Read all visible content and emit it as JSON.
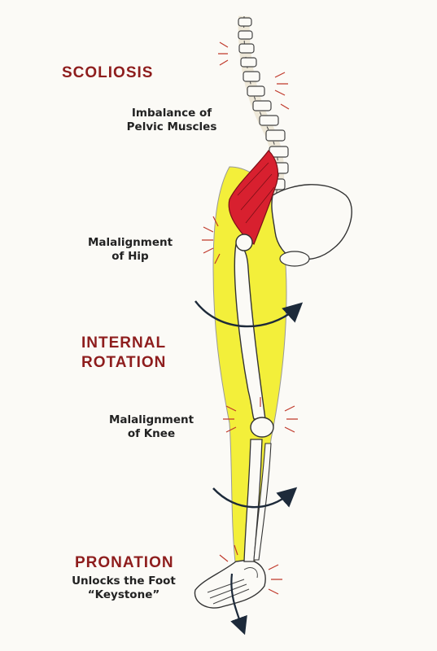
{
  "headings": {
    "scoliosis": "SCOLIOSIS",
    "internal_rotation_line1": "INTERNAL",
    "internal_rotation_line2": "ROTATION",
    "pronation": "PRONATION"
  },
  "labels": {
    "pelvic_line1": "Imbalance of",
    "pelvic_line2": "Pelvic Muscles",
    "hip_line1": "Malalignment",
    "hip_line2": "of Hip",
    "knee_line1": "Malalignment",
    "knee_line2": "of Knee",
    "foot_line1": "Unlocks the Foot",
    "foot_line2": "“Keystone”"
  },
  "colors": {
    "heading": "#8e1d1d",
    "leg_highlight": "#f3ef3a",
    "muscle": "#d8202f",
    "pain_burst": "#c0392b",
    "arrow": "#1d2a3a"
  }
}
